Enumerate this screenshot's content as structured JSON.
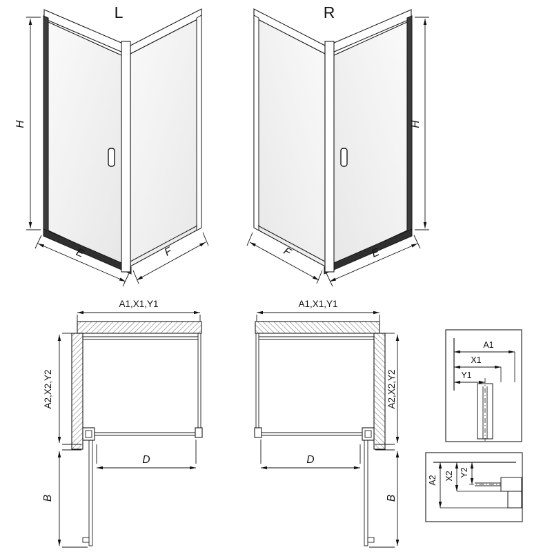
{
  "views": {
    "iso_left": {
      "variant_label": "L",
      "dim_height": "H",
      "dim_door_side": "E",
      "dim_fixed_side": "F"
    },
    "iso_right": {
      "variant_label": "R",
      "dim_height": "H",
      "dim_door_side": "E",
      "dim_fixed_side": "F"
    },
    "plan_left": {
      "dim_width": "A1,X1,Y1",
      "dim_depth": "A2,X2,Y2",
      "dim_door": "D",
      "dim_door_open": "B"
    },
    "plan_right": {
      "dim_width": "A1,X1,Y1",
      "dim_depth": "A2,X2,Y2",
      "dim_door": "D",
      "dim_door_open": "B"
    },
    "detail_width_adjustment": {
      "dim_a": "A1",
      "dim_x": "X1",
      "dim_y": "Y1"
    },
    "detail_depth_adjustment": {
      "dim_a": "A2",
      "dim_x": "X2",
      "dim_y": "Y2"
    }
  },
  "colors": {
    "line": "#1a1a1a",
    "dim_line": "#111111",
    "glass_fill": "#f1f1f1",
    "hatch": "#555555",
    "background": "#ffffff"
  }
}
